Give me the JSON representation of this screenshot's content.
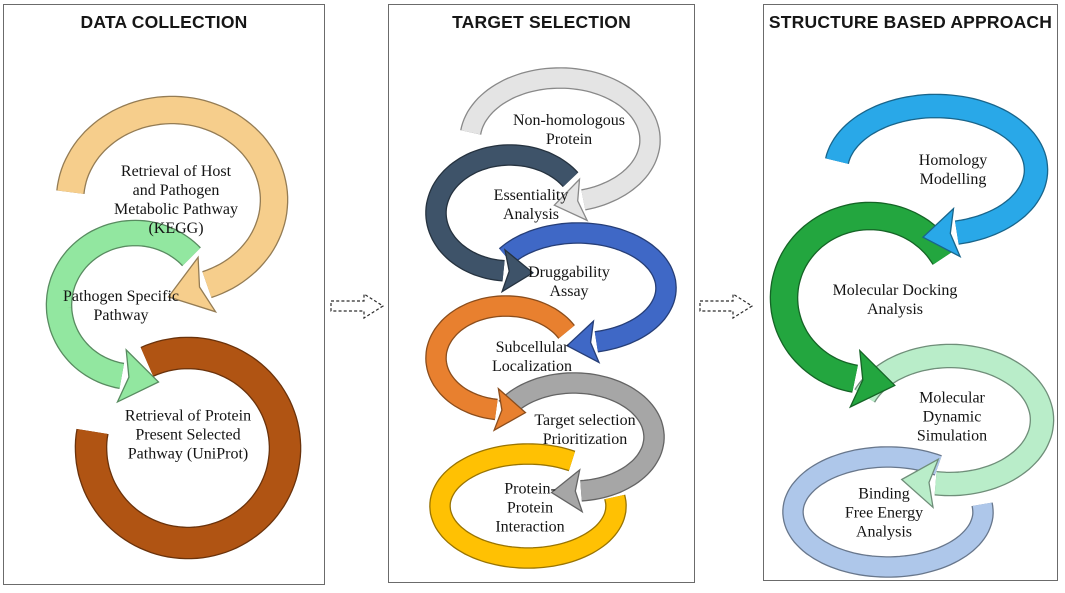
{
  "figure": {
    "type": "drug-target-discovery-pipeline"
  },
  "panels": [
    {
      "title": "DATA COLLECTION",
      "steps": [
        {
          "label": "Retrieval of  Host\nand Pathogen\nMetabolic Pathway\n(KEGG)",
          "color": "#F6CE8C"
        },
        {
          "label": "Pathogen Specific\nPathway",
          "color": "#92E7A0"
        },
        {
          "label": "Retrieval of Protein\nPresent Selected\nPathway (UniProt)",
          "color": "#B05413"
        }
      ]
    },
    {
      "title": "TARGET SELECTION",
      "steps": [
        {
          "label": "Non-homologous\nProtein",
          "color": "#E4E4E4"
        },
        {
          "label": "Essentiality\nAnalysis",
          "color": "#3E5369"
        },
        {
          "label": "Druggability\nAssay",
          "color": "#3F68C6"
        },
        {
          "label": "Subcellular\nLocalization",
          "color": "#E8802F"
        },
        {
          "label": "Target selection\nPrioritization",
          "color": "#A6A6A6"
        },
        {
          "label": "Protein-\nProtein\nInteraction",
          "color": "#FFC103"
        }
      ]
    },
    {
      "title": "STRUCTURE BASED APPROACH",
      "steps": [
        {
          "label": "Homology\nModelling",
          "color": "#29A8E8"
        },
        {
          "label": "Molecular Docking\nAnalysis",
          "color": "#23A63F"
        },
        {
          "label": "Molecular Dynamic\nSimulation",
          "color": "#B9EDC9"
        },
        {
          "label": "Binding\nFree Energy\nAnalysis",
          "color": "#AEC7EA"
        }
      ]
    }
  ],
  "connectors": [
    {
      "style": "dashed",
      "direction": "right"
    },
    {
      "style": "dashed",
      "direction": "right"
    }
  ]
}
